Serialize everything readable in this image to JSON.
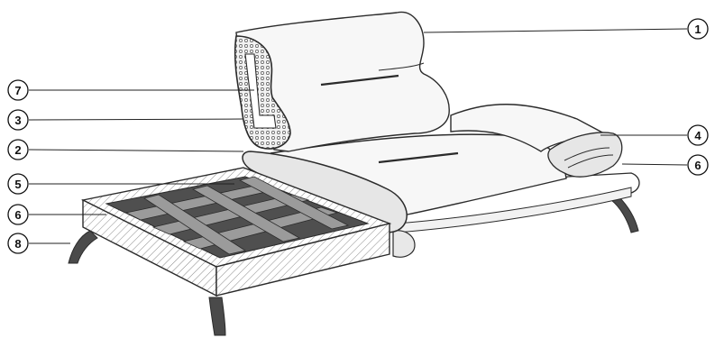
{
  "colors": {
    "outline": "#2b2b2b",
    "cushion_fill": "#f7f7f7",
    "cushion_shade": "#e6e6e6",
    "webbing_light": "#9b9b9b",
    "webbing_dark": "#4f4f4f",
    "hatch": "#8a8a8a",
    "leg": "#4a4a4a"
  },
  "callouts": [
    {
      "id": "c1",
      "label": "1"
    },
    {
      "id": "c7",
      "label": "7"
    },
    {
      "id": "c3",
      "label": "3"
    },
    {
      "id": "c2",
      "label": "2"
    },
    {
      "id": "c5",
      "label": "5"
    },
    {
      "id": "c6l",
      "label": "6"
    },
    {
      "id": "c8",
      "label": "8"
    },
    {
      "id": "c4",
      "label": "4"
    },
    {
      "id": "c6r",
      "label": "6"
    }
  ]
}
